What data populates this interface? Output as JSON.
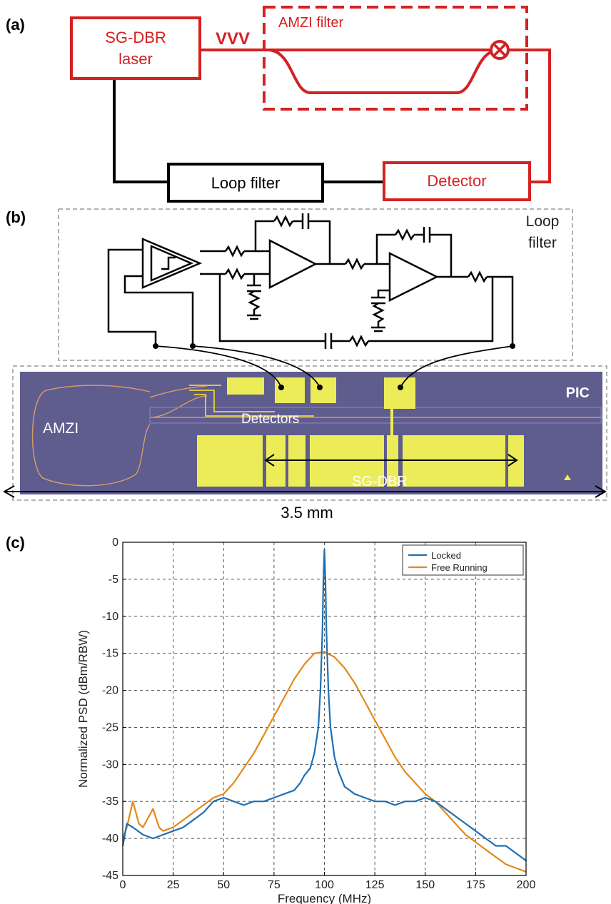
{
  "panels": {
    "a": {
      "label": "(a)",
      "laser": [
        "SG-DBR",
        "laser"
      ],
      "amzi": "AMZI filter",
      "loop_filter": "Loop filter",
      "detector": "Detector",
      "wave_glyph": "VVV"
    },
    "b": {
      "label": "(b)",
      "loop_filter": [
        "Loop",
        "filter"
      ],
      "pic": "PIC",
      "amzi": "AMZI",
      "detectors": "Detectors",
      "sgdbr": "SG-DBR",
      "scale": "3.5 mm"
    },
    "c": {
      "label": "(c)"
    }
  },
  "colors": {
    "red": "#d42121",
    "chip": "#5f5c8e",
    "pad": "#ecec58",
    "locked": "#1f6fb2",
    "free": "#e08a1a"
  },
  "chart_data": {
    "type": "line",
    "xlabel": "Frequency (MHz)",
    "ylabel": "Normalized PSD (dBm/RBW)",
    "xlim": [
      0,
      200
    ],
    "ylim": [
      -45,
      0
    ],
    "xticks": [
      0,
      25,
      50,
      75,
      100,
      125,
      150,
      175,
      200
    ],
    "yticks": [
      0,
      -5,
      -10,
      -15,
      -20,
      -25,
      -30,
      -35,
      -40,
      -45
    ],
    "grid": true,
    "legend": "top-right",
    "series": [
      {
        "name": "Locked",
        "color": "#1f6fb2",
        "x": [
          0,
          2,
          5,
          10,
          15,
          20,
          25,
          30,
          35,
          40,
          45,
          50,
          55,
          60,
          65,
          70,
          75,
          80,
          85,
          88,
          90,
          93,
          95,
          97,
          98,
          99,
          99.5,
          100,
          100.5,
          101,
          102,
          103,
          105,
          107,
          110,
          115,
          120,
          125,
          130,
          135,
          140,
          145,
          150,
          155,
          160,
          165,
          170,
          175,
          180,
          185,
          190,
          195,
          200
        ],
        "y": [
          -41,
          -38,
          -38.5,
          -39.5,
          -40,
          -39.5,
          -39,
          -38.5,
          -37.5,
          -36.5,
          -35,
          -34.5,
          -35,
          -35.5,
          -35,
          -35,
          -34.5,
          -34,
          -33.5,
          -32.5,
          -31.5,
          -30.5,
          -28.5,
          -25,
          -20,
          -12,
          -5,
          -1,
          -5,
          -12,
          -20,
          -25,
          -29,
          -31,
          -33,
          -34,
          -34.5,
          -35,
          -35,
          -35.5,
          -35,
          -35,
          -34.5,
          -35,
          -36,
          -37,
          -38,
          -39,
          -40,
          -41,
          -41,
          -42,
          -43
        ]
      },
      {
        "name": "Free Running",
        "color": "#e08a1a",
        "x": [
          0,
          2,
          5,
          8,
          10,
          13,
          15,
          18,
          20,
          25,
          30,
          35,
          40,
          45,
          50,
          55,
          60,
          65,
          70,
          75,
          80,
          85,
          90,
          95,
          100,
          105,
          110,
          115,
          120,
          125,
          130,
          135,
          140,
          145,
          150,
          155,
          160,
          165,
          170,
          175,
          180,
          185,
          190,
          195,
          200
        ],
        "y": [
          -40,
          -38.5,
          -35,
          -38,
          -38.5,
          -37,
          -36,
          -38.5,
          -39,
          -38.5,
          -37.5,
          -36.5,
          -35.5,
          -34.5,
          -34,
          -32.5,
          -30.5,
          -28.5,
          -26,
          -23.5,
          -21,
          -18.5,
          -16.5,
          -15,
          -14.8,
          -15.5,
          -17,
          -19,
          -21.5,
          -24,
          -26.5,
          -29,
          -31,
          -32.5,
          -34,
          -35,
          -36.5,
          -38,
          -39.5,
          -40.5,
          -41.5,
          -42.5,
          -43.5,
          -44,
          -44.5
        ]
      }
    ]
  }
}
